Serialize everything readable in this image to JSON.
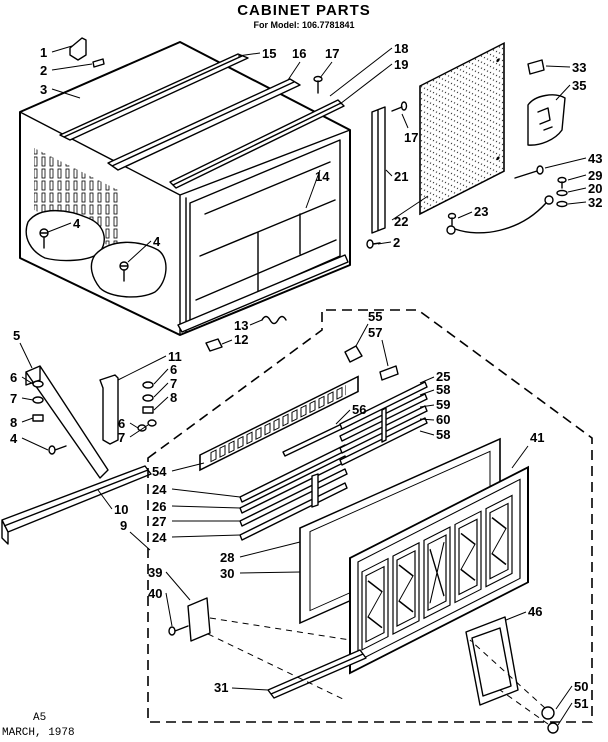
{
  "header": {
    "title": "CABINET PARTS",
    "subtitle": "For Model: 106.7781841"
  },
  "footer": {
    "page_code": "A5",
    "date": "MARCH, 1978"
  },
  "callouts": [
    "1",
    "2",
    "3",
    "15",
    "16",
    "17",
    "18",
    "19",
    "33",
    "35",
    "17",
    "14",
    "21",
    "22",
    "23",
    "43",
    "29",
    "20",
    "32",
    "2",
    "4",
    "4",
    "13",
    "12",
    "5",
    "11",
    "6",
    "7",
    "8",
    "6",
    "7",
    "8",
    "4",
    "6",
    "7",
    "55",
    "57",
    "25",
    "58",
    "59",
    "60",
    "58",
    "56",
    "41",
    "54",
    "24",
    "26",
    "27",
    "24",
    "10",
    "9",
    "28",
    "30",
    "39",
    "40",
    "46",
    "31",
    "50",
    "51"
  ]
}
